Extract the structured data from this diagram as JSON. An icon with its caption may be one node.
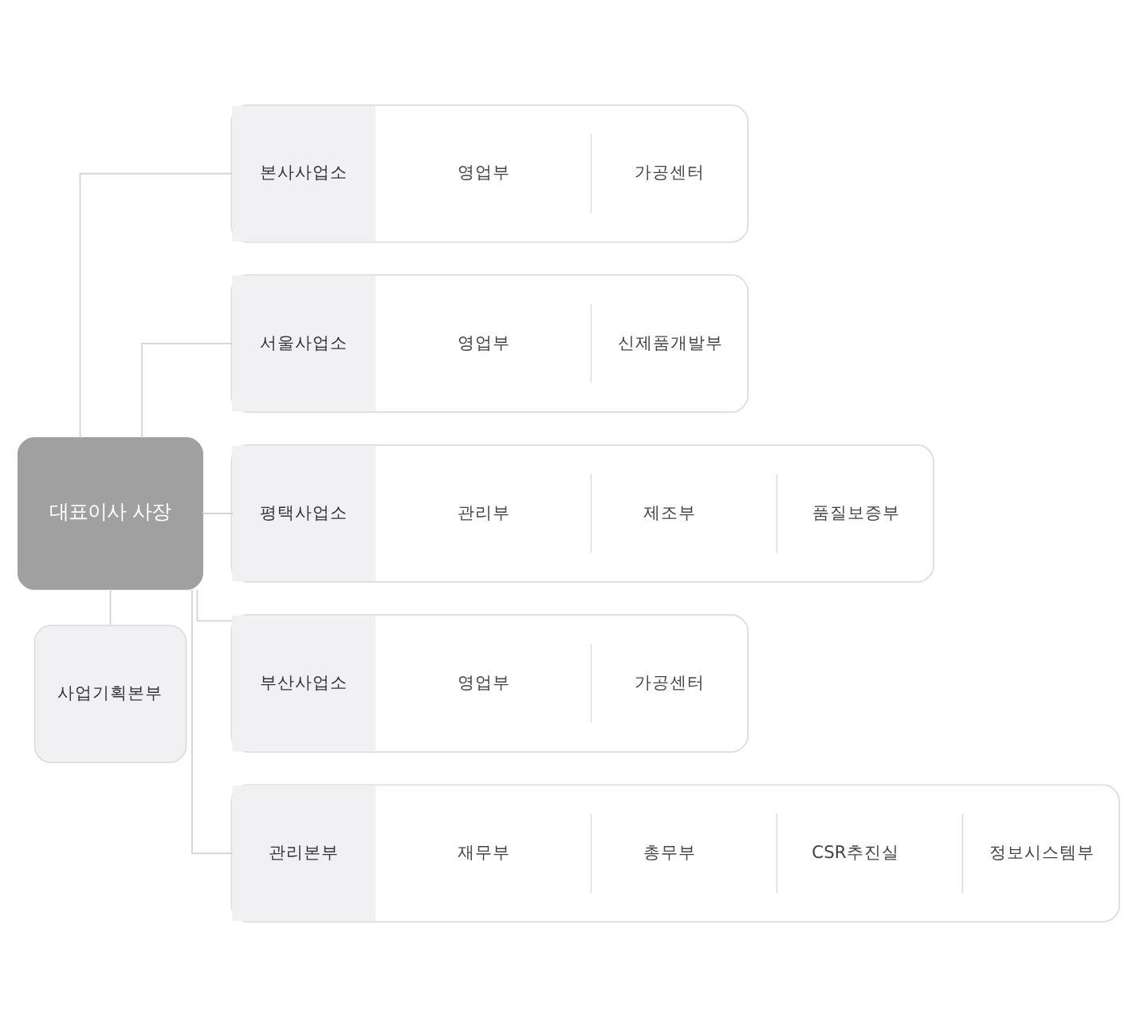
{
  "diagram": {
    "nodes": [
      {
        "text": [
          "대표이사 사장"
        ]
      },
      {
        "text": [
          "사업기획본부"
        ]
      },
      {
        "text": [],
        "shape": "box"
      },
      {
        "text": [
          "본사사업소"
        ],
        "in": 2
      },
      {
        "text": [
          "영업부"
        ],
        "in": 2
      },
      {
        "text": [
          "가공센터"
        ],
        "in": 2
      },
      {
        "text": [],
        "shape": "box"
      },
      {
        "text": [
          "서울사업소"
        ],
        "in": 6
      },
      {
        "text": [
          "영업부"
        ],
        "in": 6
      },
      {
        "text": [
          "신제품개발부"
        ],
        "in": 6
      },
      {
        "text": [],
        "shape": "box"
      },
      {
        "text": [
          "평택사업소"
        ],
        "in": 10
      },
      {
        "text": [
          "관리부"
        ],
        "in": 10
      },
      {
        "text": [
          "제조부"
        ],
        "in": 10
      },
      {
        "text": [
          "품질보증부"
        ],
        "in": 10
      },
      {
        "text": [],
        "shape": "box"
      },
      {
        "text": [
          "부산사업소"
        ],
        "in": 15
      },
      {
        "text": [
          "영업부"
        ],
        "in": 15
      },
      {
        "text": [
          "가공센터"
        ],
        "in": 15
      },
      {
        "text": [],
        "shape": "box"
      },
      {
        "text": [
          "관리본부"
        ],
        "in": 19
      },
      {
        "text": [
          "재무부"
        ],
        "in": 19
      },
      {
        "text": [
          "총무부"
        ],
        "in": 19
      },
      {
        "text": [
          "CSR추진실"
        ],
        "in": 19
      },
      {
        "text": [
          "정보시스템부"
        ],
        "in": 19
      }
    ],
    "edges": [
      {
        "from": 0,
        "to": 1,
        "arrow": "none"
      },
      {
        "from": 0,
        "to": 3,
        "arrow": "none"
      },
      {
        "from": 0,
        "to": 7,
        "arrow": "none"
      },
      {
        "from": 0,
        "to": 11,
        "arrow": "none"
      },
      {
        "from": 0,
        "to": 16,
        "arrow": "none"
      },
      {
        "from": 0,
        "to": 20,
        "arrow": "none"
      }
    ]
  }
}
